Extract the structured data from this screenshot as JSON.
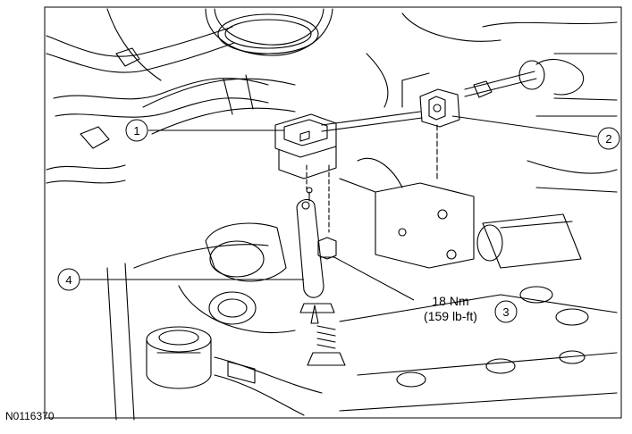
{
  "callouts": [
    {
      "number": "1"
    },
    {
      "number": "2"
    },
    {
      "number": "3"
    },
    {
      "number": "4"
    }
  ],
  "torque_spec": {
    "metric": "18 Nm",
    "imperial": "(159 lb-ft)"
  },
  "figure_id": "N0116370",
  "colors": {
    "line": "#000000",
    "background": "#ffffff",
    "shade": "#d9d9d9"
  }
}
